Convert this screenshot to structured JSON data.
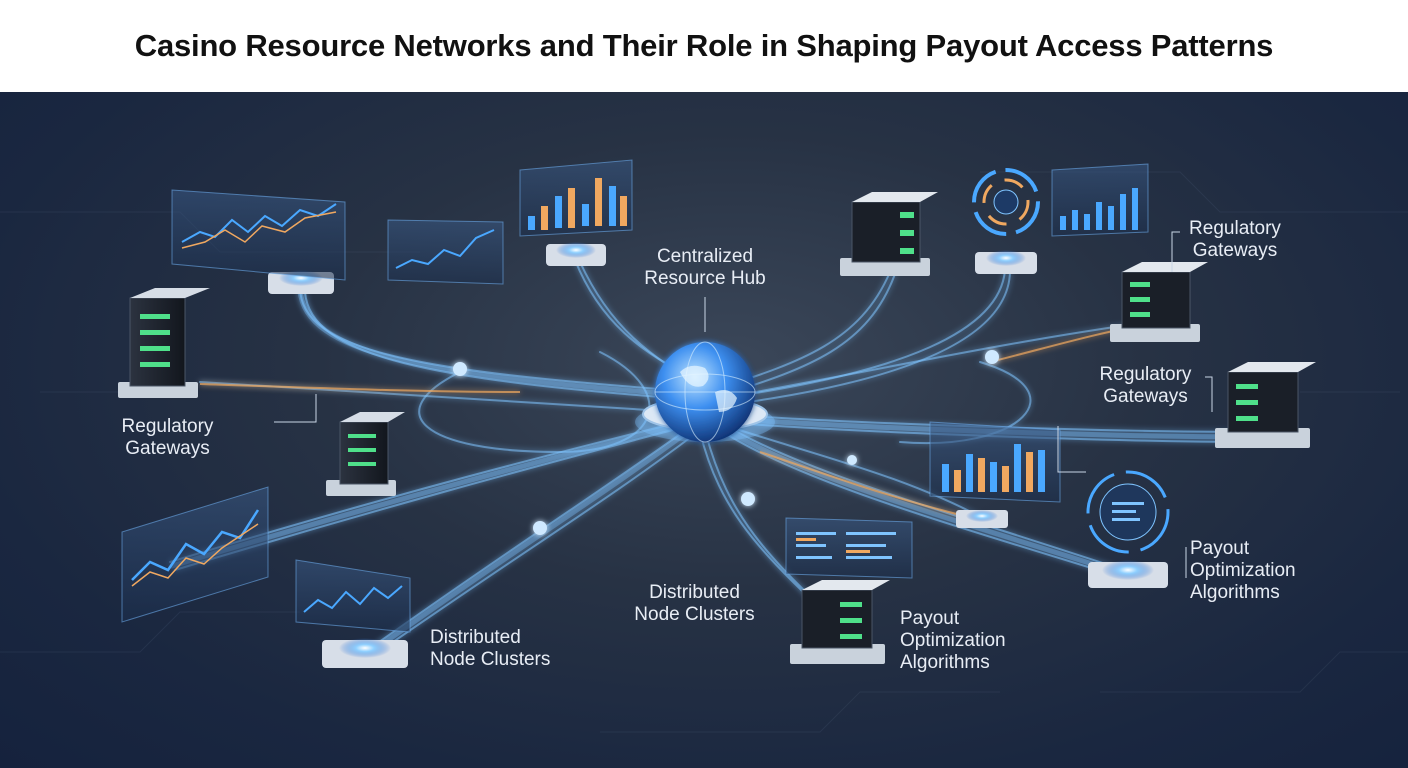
{
  "title": "Casino Resource Networks and Their Role in Shaping Payout Access Patterns",
  "labels": {
    "hub": [
      "Centralized",
      "Resource Hub"
    ],
    "regulatory_top_right": [
      "Regulatory",
      "Gateways"
    ],
    "regulatory_mid_right": [
      "Regulatory",
      "Gateways"
    ],
    "regulatory_left": [
      "Regulatory",
      "Gateways"
    ],
    "payout_right": [
      "Payout",
      "Optimization",
      "Algorithms"
    ],
    "payout_bottom": [
      "Payout",
      "Optimization",
      "Algorithms"
    ],
    "distributed_center": [
      "Distributed",
      "Node Clusters"
    ],
    "distributed_left": [
      "Distributed",
      "Node Clusters"
    ]
  },
  "colors": {
    "background": "#1f2b40",
    "link_blue": "#7fc4ff",
    "link_orange": "#f0a860",
    "screen_glow": "#4aa8ff",
    "server_led": "#4fe08a"
  }
}
